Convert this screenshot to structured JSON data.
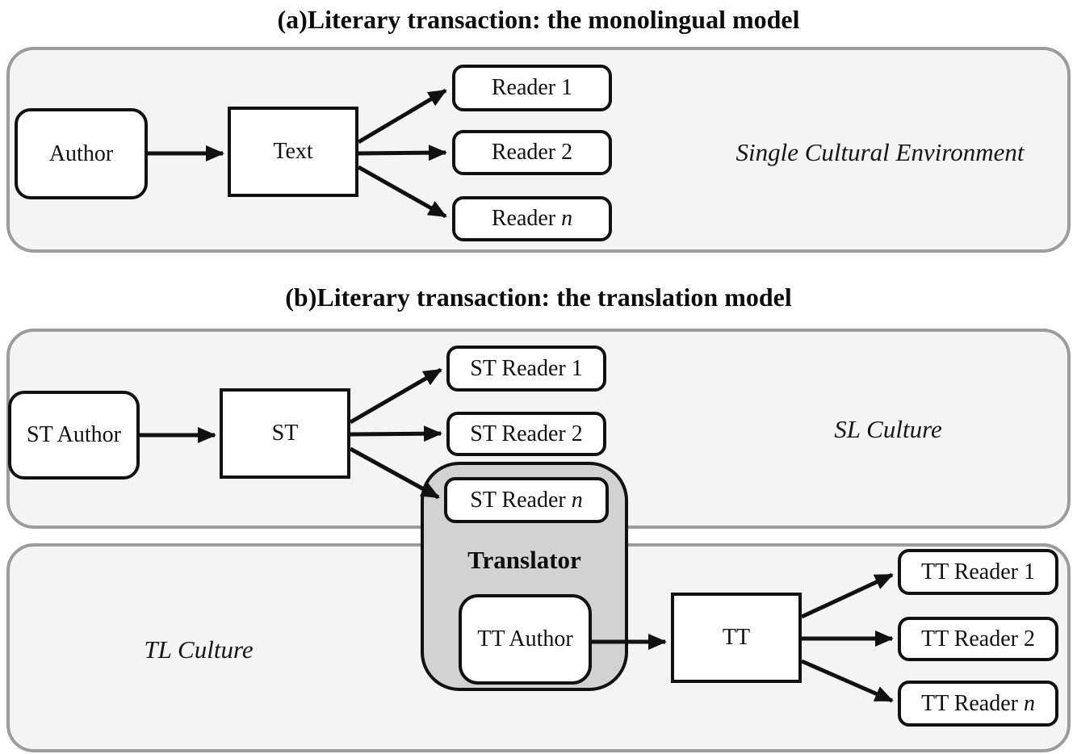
{
  "diagram_a": {
    "title": "(a)Literary transaction: the monolingual model",
    "nodes": {
      "author": "Author",
      "text": "Text",
      "reader1": "Reader 1",
      "reader2": "Reader 2",
      "readern_prefix": "Reader ",
      "readern_var": "n"
    },
    "environment_label": "Single Cultural Environment"
  },
  "diagram_b": {
    "title": "(b)Literary transaction: the translation model",
    "nodes": {
      "st_author": "ST Author",
      "st": "ST",
      "st_reader1": "ST Reader 1",
      "st_reader2": "ST Reader 2",
      "st_readern_prefix": "ST Reader ",
      "st_readern_var": "n",
      "translator": "Translator",
      "tt_author": "TT Author",
      "tt": "TT",
      "tt_reader1": "TT Reader 1",
      "tt_reader2": "TT Reader 2",
      "tt_readern_prefix": "TT Reader ",
      "tt_readern_var": "n"
    },
    "sl_culture_label": "SL Culture",
    "tl_culture_label": "TL Culture"
  },
  "colors": {
    "panel_fill": "#f4f4f4",
    "panel_border": "#9c9c9c",
    "node_fill": "#ffffff",
    "node_border": "#111111",
    "translator_fill": "#d2d2d2",
    "arrow": "#111111",
    "text": "#111111"
  }
}
